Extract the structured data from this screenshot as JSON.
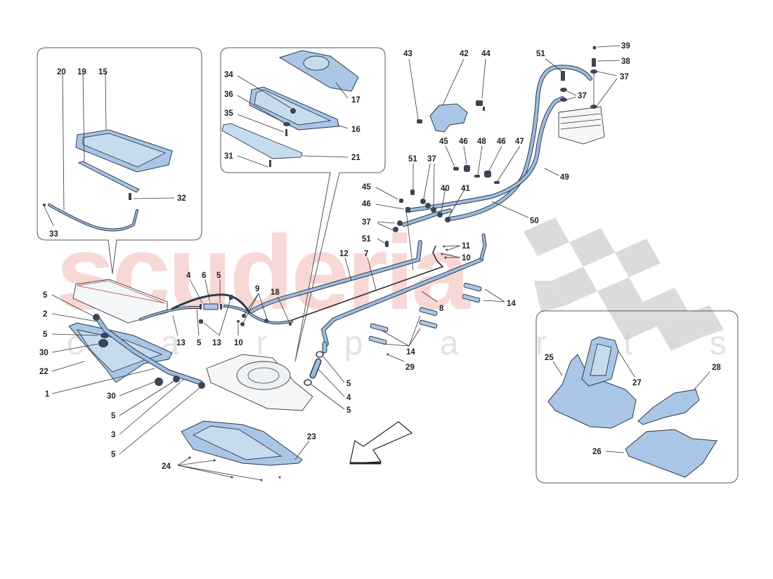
{
  "watermark": {
    "brand": "scuderia",
    "subtitle": "c a r   p a r t s",
    "brand_color": "#f4b9b4",
    "checker_color": "#cfcfcf"
  },
  "colors": {
    "part_fill": "#a9c6e6",
    "outline": "#2d3a4a",
    "label": "#222222"
  },
  "insets": [
    {
      "id": "radiator-left-inset",
      "labels": [
        "20",
        "19",
        "15",
        "32",
        "33"
      ]
    },
    {
      "id": "radiator-right-inset",
      "labels": [
        "34",
        "36",
        "35",
        "31",
        "17",
        "16",
        "21"
      ]
    },
    {
      "id": "air-ducts-inset",
      "labels": [
        "25",
        "27",
        "28",
        "26"
      ]
    }
  ],
  "labels": {
    "l20": "20",
    "l19": "19",
    "l15": "15",
    "l32": "32",
    "l33": "33",
    "l34": "34",
    "l36": "36",
    "l35": "35",
    "l31": "31",
    "l17": "17",
    "l16": "16",
    "l21": "21",
    "l43": "43",
    "l42": "42",
    "l44": "44",
    "l51a": "51",
    "l39": "39",
    "l38": "38",
    "l37a": "37",
    "l37b": "37",
    "l45a": "45",
    "l46a": "46",
    "l48": "48",
    "l46b": "46",
    "l47": "47",
    "l49": "49",
    "l51b": "51",
    "l37c": "37",
    "l40": "40",
    "l41": "41",
    "l50": "50",
    "l45b": "45",
    "l46c": "46",
    "l37d": "37",
    "l51c": "51",
    "l11": "11",
    "l10a": "10",
    "l12": "12",
    "l7": "7",
    "l8": "8",
    "l14a": "14",
    "l4a": "4",
    "l6": "6",
    "l5a": "5",
    "l9": "9",
    "l18": "18",
    "l13a": "13",
    "l5b": "5",
    "l13b": "13",
    "l10b": "10",
    "l5c": "5",
    "l2": "2",
    "l5d": "5",
    "l30a": "30",
    "l22": "22",
    "l1": "1",
    "l30b": "30",
    "l5e": "5",
    "l3": "3",
    "l5f": "5",
    "l14b": "14",
    "l29": "29",
    "l5g": "5",
    "l4b": "4",
    "l5h": "5",
    "l23": "23",
    "l24": "24",
    "l25": "25",
    "l27": "27",
    "l28": "28",
    "l26": "26"
  },
  "direction_arrow": {
    "meaning": "vehicle-front-direction",
    "orientation": "down-left"
  }
}
